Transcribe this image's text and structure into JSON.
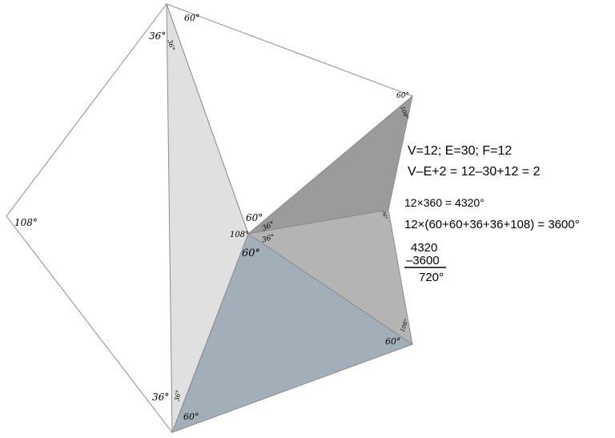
{
  "polyhedron": {
    "colors": {
      "outline": "#8c8c8c",
      "white_face": "#ffffff",
      "light_gray_face": "#e0e0e0",
      "dark_gray_face": "#9b9b9b",
      "mid_gray_face": "#b4b4b4",
      "blue_gray_face": "#a2afb8"
    },
    "angle_labels": {
      "a_60_top": "60°",
      "a_36_top_outer": "36°",
      "a_36_top_inner": "36°",
      "a_60_right_upper": "60°",
      "a_108_right_upper": "108°",
      "a_108_left": "108°",
      "a_60_center": "60°",
      "a_36_center_upper": "36°",
      "a_108_center": "108°",
      "a_36_center_lower": "36°",
      "a_60_center_lower": "60°",
      "a_36_right_mid": "36°",
      "a_108_right_lower": "108°",
      "a_60_right_lower": "60°",
      "a_36_bottom_outer": "36°",
      "a_36_bottom_inner": "36°",
      "a_60_bottom": "60°"
    }
  },
  "equations": {
    "euler_counts": "V=12; E=30; F=12",
    "euler_check": "V–E+2 = 12–30+12 = 2",
    "total_angles": "12×360 = 4320°",
    "face_angles": "12×(60+60+36+36+108) = 3600°",
    "subtraction": {
      "minuend": "4320",
      "subtrahend": "–3600",
      "difference": "720°"
    }
  }
}
